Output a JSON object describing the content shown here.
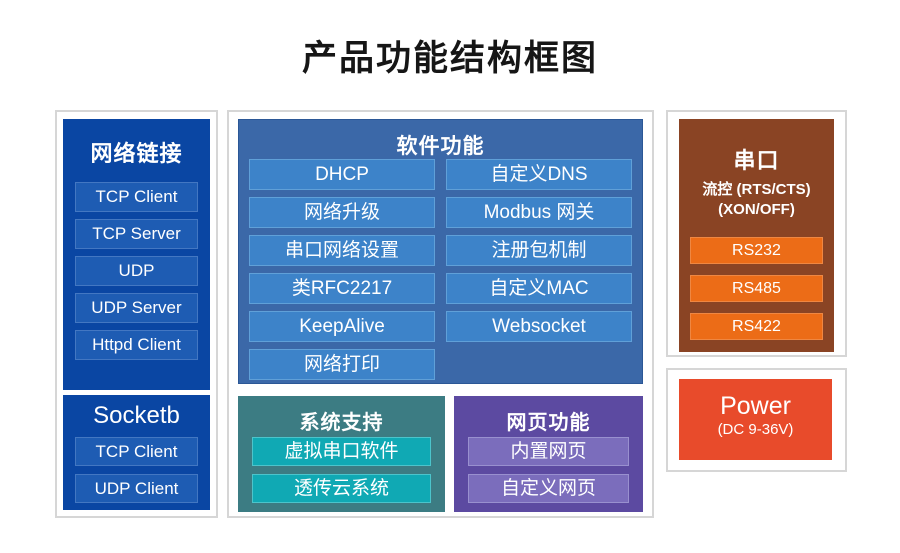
{
  "title": "产品功能结构框图",
  "palette": {
    "navy_box": "#0a46a3",
    "navy_button": "#1e5cb3",
    "software_box": "#3b68a8",
    "software_button": "#3d83c9",
    "support_box": "#3c7c83",
    "support_button": "#10a9b4",
    "web_box": "#5c4aa1",
    "web_button": "#7b6dbc",
    "serial_box": "#8a4424",
    "serial_button": "#ec6c17",
    "power_box": "#e84b2b",
    "frame_border": "#d6d6d6"
  },
  "network_panel": {
    "title": "网络链接",
    "items": [
      "TCP Client",
      "TCP Server",
      "UDP",
      "UDP Server",
      "Httpd Client"
    ]
  },
  "socket_panel": {
    "title": "Socketb",
    "items": [
      "TCP Client",
      "UDP Client"
    ]
  },
  "software_panel": {
    "title": "软件功能",
    "items": [
      "DHCP",
      "自定义DNS",
      "网络升级",
      "Modbus 网关",
      "串口网络设置",
      "注册包机制",
      "类RFC2217",
      "自定义MAC",
      "KeepAlive",
      "Websocket",
      "网络打印"
    ]
  },
  "support_panel": {
    "title": "系统支持",
    "items": [
      "虚拟串口软件",
      "透传云系统"
    ]
  },
  "web_panel": {
    "title": "网页功能",
    "items": [
      "内置网页",
      "自定义网页"
    ]
  },
  "serial_panel": {
    "title": "串口",
    "subtitle_line1": "流控 (RTS/CTS)",
    "subtitle_line2": "(XON/OFF)",
    "items": [
      "RS232",
      "RS485",
      "RS422"
    ]
  },
  "power_panel": {
    "title": "Power",
    "subtitle": "(DC 9-36V)"
  }
}
